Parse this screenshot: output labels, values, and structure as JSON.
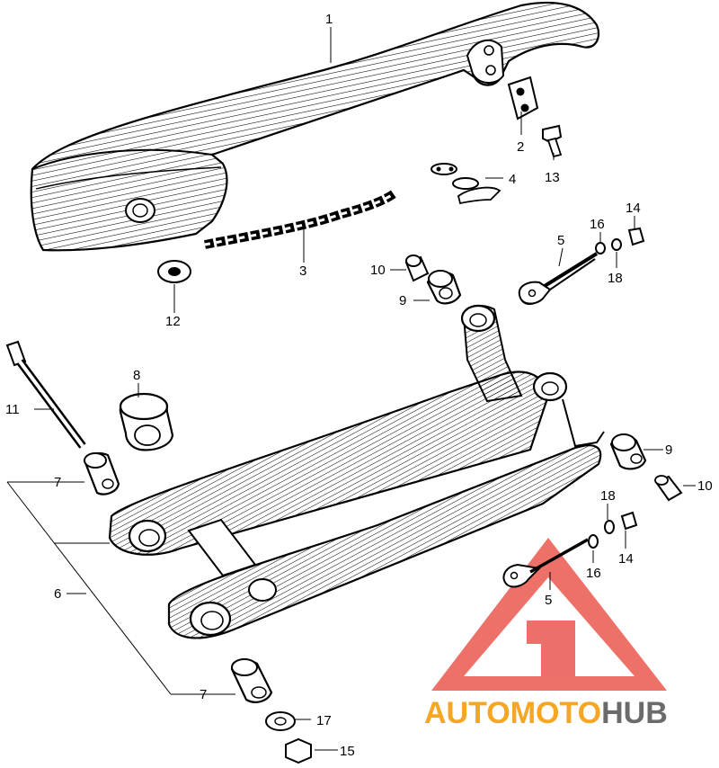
{
  "callouts": [
    "1",
    "2",
    "3",
    "4",
    "5",
    "6",
    "7",
    "8",
    "9",
    "10",
    "11",
    "12",
    "13",
    "14",
    "15",
    "16",
    "17",
    "18"
  ],
  "watermark": {
    "part1": "AUTO",
    "part2": "MOTO",
    "part3": "HUB",
    "colors": {
      "accent": "#f5a623",
      "red": "#e8453c",
      "gray": "#6b6b6b"
    }
  }
}
